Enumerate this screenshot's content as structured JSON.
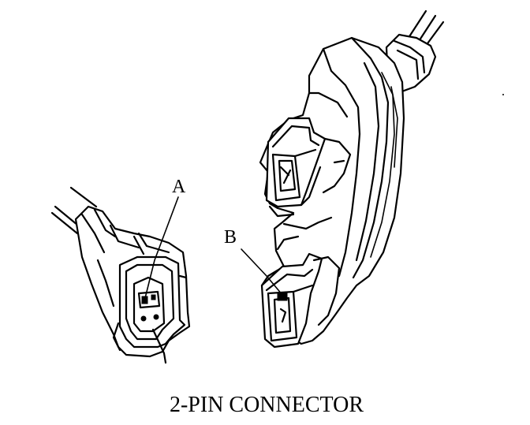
{
  "figure": {
    "caption": "2-PIN CONNECTOR",
    "callouts": {
      "a": "A",
      "b": "B"
    }
  },
  "parts": {
    "left_connector": "connector with pin A",
    "right_connector": "connector with pin B"
  }
}
